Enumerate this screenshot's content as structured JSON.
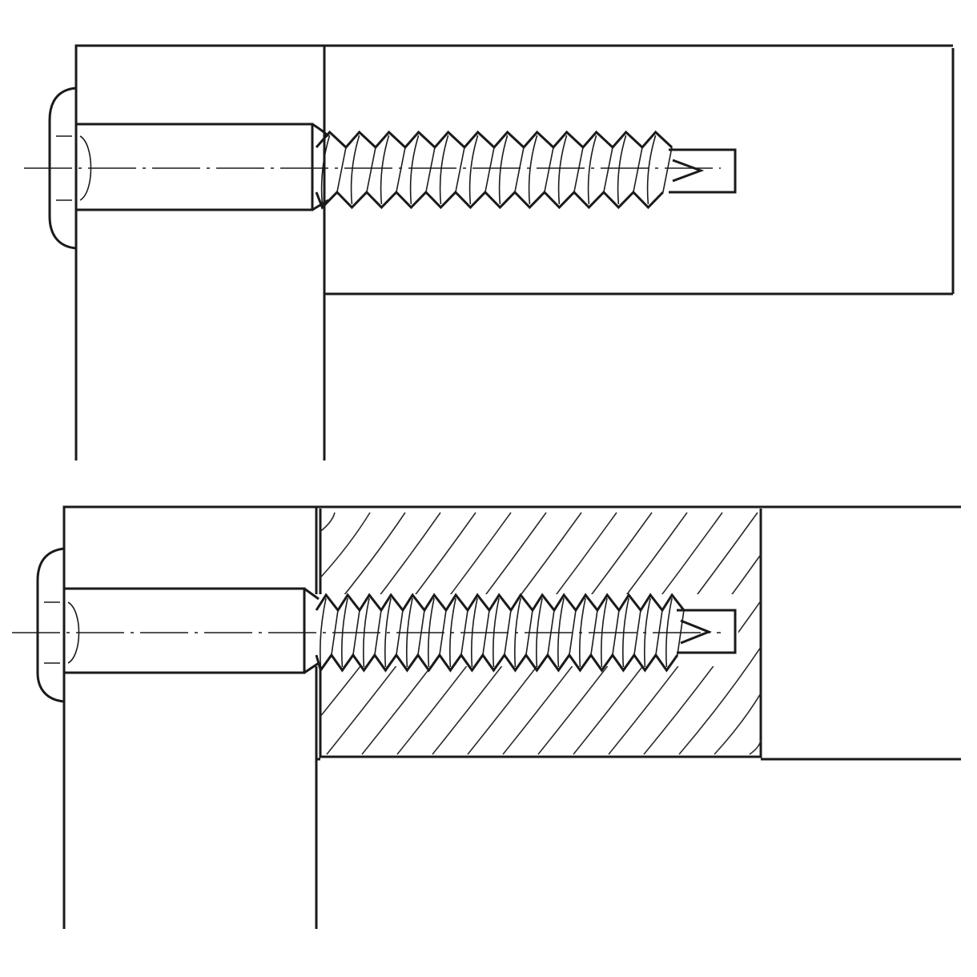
{
  "diagram": {
    "figures": [
      {
        "id": "top",
        "joint": "screw-through-panel-into-board"
      },
      {
        "id": "bottom",
        "joint": "screw-through-panel-into-hatched-wood-block"
      }
    ],
    "colors": {
      "line": "#1a1a1a",
      "background": "#ffffff"
    }
  }
}
